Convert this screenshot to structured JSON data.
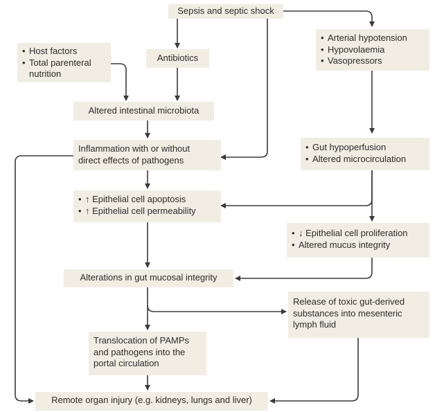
{
  "nodes": {
    "sepsis": {
      "lines": [
        "Sepsis and septic shock"
      ]
    },
    "antibiotics": {
      "lines": [
        "Antibiotics"
      ]
    },
    "host": {
      "bullets": [
        "Host factors",
        "Total parenteral\nnutrition"
      ]
    },
    "hypotension": {
      "bullets": [
        "Arterial hypotension",
        "Hypovolaemia",
        "Vasopressors"
      ]
    },
    "microbiota": {
      "lines": [
        "Altered intestinal microbiota"
      ]
    },
    "inflammation": {
      "lines": [
        "Inflammation with or without",
        "direct effects of pathogens"
      ]
    },
    "hypoperfusion": {
      "bullets": [
        "Gut hypoperfusion",
        "Altered microcirculation"
      ]
    },
    "apoptosis": {
      "bullets": [
        "↑ Epithelial cell apoptosis",
        "↑ Epithelial cell permeability"
      ]
    },
    "proliferation": {
      "bullets": [
        "↓ Epithelial cell proliferation",
        "Altered mucus integrity"
      ]
    },
    "mucosal": {
      "lines": [
        "Alterations in gut mucosal integrity"
      ]
    },
    "release": {
      "lines": [
        "Release of toxic gut-derived",
        "substances into mesenteric",
        "lymph fluid"
      ]
    },
    "translocation": {
      "lines": [
        "Translocation of PAMPs",
        "and pathogens into the",
        "portal circulation"
      ]
    },
    "remote": {
      "lines": [
        "Remote organ injury (e.g. kidneys, lungs and liver)"
      ]
    }
  },
  "colors": {
    "box_fill": "#f1ede3",
    "arrow": "#3a3a3a",
    "text": "#2b2b2b"
  }
}
